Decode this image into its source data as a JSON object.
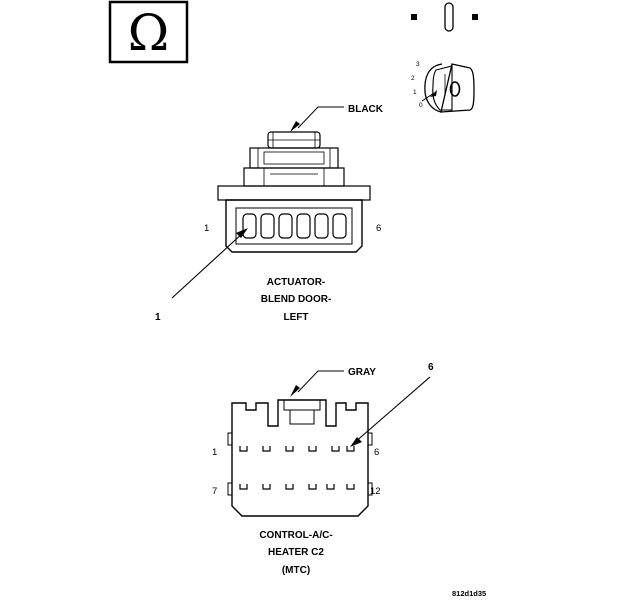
{
  "meter_symbol": "Ω",
  "connector1": {
    "color": "BLACK",
    "name_line1": "ACTUATOR-",
    "name_line2": "BLEND DOOR-",
    "name_line3": "LEFT",
    "pin_left": "1",
    "pin_right": "6",
    "callout": "1"
  },
  "connector2": {
    "color": "GRAY",
    "name_line1": "CONTROL-A/C-",
    "name_line2": "HEATER C2",
    "name_line3": "(MTC)",
    "pin_top_left": "1",
    "pin_top_right": "6",
    "pin_bottom_left": "7",
    "pin_bottom_right": "12",
    "callout": "6"
  },
  "probe_labels": [
    "3",
    "2",
    "1",
    "0",
    "0"
  ],
  "figure_code": "812d1d35"
}
